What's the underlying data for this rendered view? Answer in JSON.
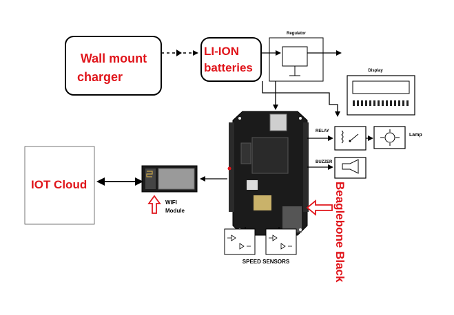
{
  "labels": {
    "charger": [
      "Wall mount",
      "charger"
    ],
    "batteries": [
      "LI-ION",
      "batteries"
    ],
    "regulator": "Regulator",
    "display": "Display",
    "relay": "RELAY",
    "lamp": "Lamp",
    "buzzer": "BUZZER",
    "iot_cloud": "IOT Cloud",
    "wifi": [
      "WIFI",
      "Module"
    ],
    "speed_sensors": "SPEED SENSORS",
    "beaglebone": "Beaglebone Black"
  },
  "colors": {
    "accent": "#e0151b",
    "board": "#1b1b1b",
    "line": "#000000"
  },
  "icons": [
    "relay-coil-icon",
    "lamp-bulb-icon",
    "buzzer-horn-icon",
    "wifi-module-chip-icon",
    "beaglebone-board-icon",
    "speed-sensor-icon",
    "up-arrow-outline-icon",
    "left-arrow-outline-icon"
  ]
}
